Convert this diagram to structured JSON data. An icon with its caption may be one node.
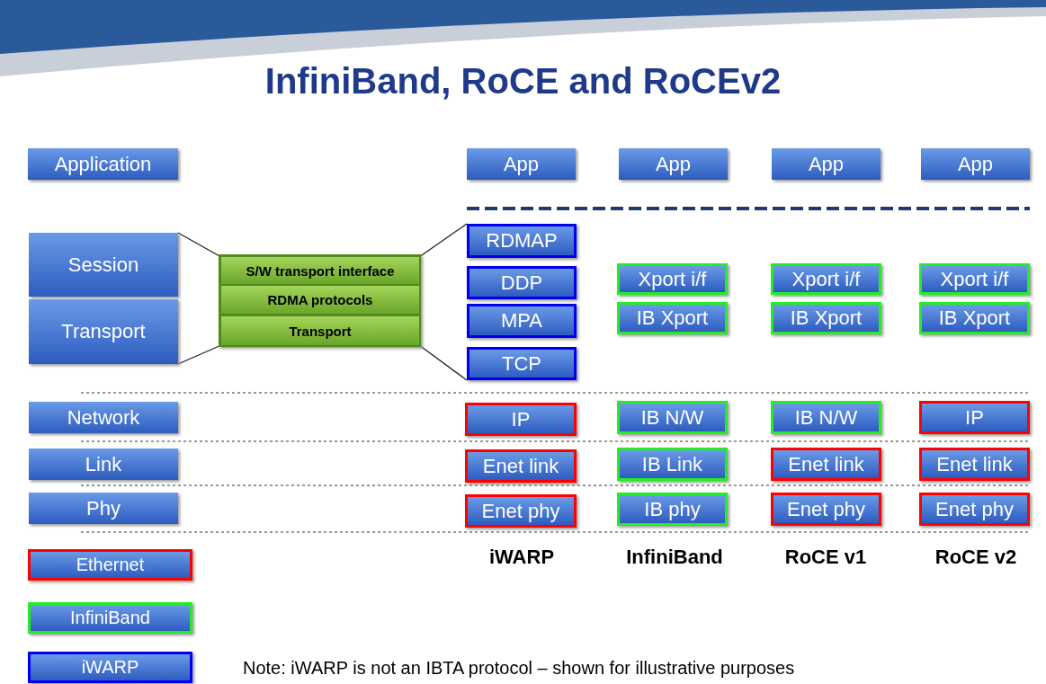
{
  "diagram": {
    "title": "InfiniBand, RoCE and RoCEv2",
    "nodes": [
      {
        "text": [
          "Application"
        ]
      },
      {
        "text": [
          "App"
        ]
      },
      {
        "text": [
          "App"
        ]
      },
      {
        "text": [
          "App"
        ]
      },
      {
        "text": [
          "App"
        ]
      },
      {
        "text": [
          "Session"
        ]
      },
      {
        "text": [
          "S/W transport interface"
        ]
      },
      {
        "text": [
          "RDMAP"
        ]
      },
      {
        "text": [
          "RDMA protocols"
        ]
      },
      {
        "text": [
          "DDP"
        ]
      },
      {
        "text": [
          "Xport i/f"
        ]
      },
      {
        "text": [
          "Xport i/f"
        ]
      },
      {
        "text": [
          "Xport i/f"
        ]
      },
      {
        "text": [
          "Transport"
        ]
      },
      {
        "text": [
          "Transport"
        ]
      },
      {
        "text": [
          "MPA"
        ]
      },
      {
        "text": [
          "IB Xport"
        ]
      },
      {
        "text": [
          "IB Xport"
        ]
      },
      {
        "text": [
          "IB Xport"
        ]
      },
      {
        "text": [
          "TCP"
        ]
      },
      {
        "text": [
          "Network"
        ]
      },
      {
        "text": [
          "IP"
        ]
      },
      {
        "text": [
          "IB N/W"
        ]
      },
      {
        "text": [
          "IB N/W"
        ]
      },
      {
        "text": [
          "IP"
        ]
      },
      {
        "text": [
          "Link"
        ]
      },
      {
        "text": [
          "Enet link"
        ]
      },
      {
        "text": [
          "IB Link"
        ]
      },
      {
        "text": [
          "Enet link"
        ]
      },
      {
        "text": [
          "Enet link"
        ]
      },
      {
        "text": [
          "Phy"
        ]
      },
      {
        "text": [
          "Enet phy"
        ]
      },
      {
        "text": [
          "IB phy"
        ]
      },
      {
        "text": [
          "Enet phy"
        ]
      },
      {
        "text": [
          "Enet phy"
        ]
      }
    ],
    "edges": [
      {
        "from": 5,
        "to": 6,
        "arrow": "none"
      },
      {
        "from": 13,
        "to": 14,
        "arrow": "none"
      },
      {
        "from": 6,
        "to": 7,
        "arrow": "none"
      },
      {
        "from": 14,
        "to": 19,
        "arrow": "none"
      }
    ],
    "labels": [
      "iWARP",
      "InfiniBand",
      "RoCE v1",
      "RoCE v2",
      "Note: iWARP is not an IBTA protocol – shown for illustrative purposes"
    ],
    "legend": [
      {
        "text": "Ethernet",
        "color": "#ff0000"
      },
      {
        "text": "InfiniBand",
        "color": "#22ee22"
      },
      {
        "text": "iWARP",
        "color": "#0000ee"
      }
    ]
  }
}
